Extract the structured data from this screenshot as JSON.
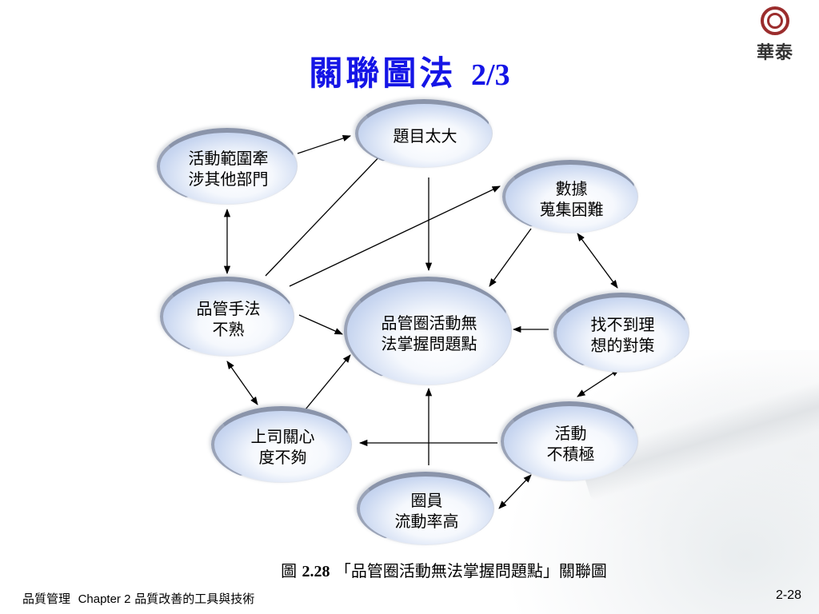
{
  "logo": {
    "text": "華泰"
  },
  "title": {
    "main": "關聯圖法",
    "page": "2/3"
  },
  "nodes": {
    "n_topic": "題目太大",
    "n_scope": "活動範圍牽\n涉其他部門",
    "n_data": "數據\n蒐集困難",
    "n_method": "品管手法\n不熟",
    "n_center": "品管圈活動無\n法掌握問題點",
    "n_solution": "找不到理\n想的對策",
    "n_boss": "上司關心\n度不夠",
    "n_active": "活動\n不積極",
    "n_member": "圈員\n流動率高"
  },
  "caption": {
    "prefix": "圖",
    "number": "2.28",
    "text": "「品管圈活動無法掌握問題點」關聯圖"
  },
  "footer": {
    "course": "品質管理",
    "chapter": "Chapter 2",
    "subtitle": "品質改善的工具與技術"
  },
  "page_number": "2-28",
  "colors": {
    "title": "#1515e6",
    "logo": "#9b2d2d",
    "node_fill": "#c8d6f0",
    "node_border": "#8a94aa"
  }
}
